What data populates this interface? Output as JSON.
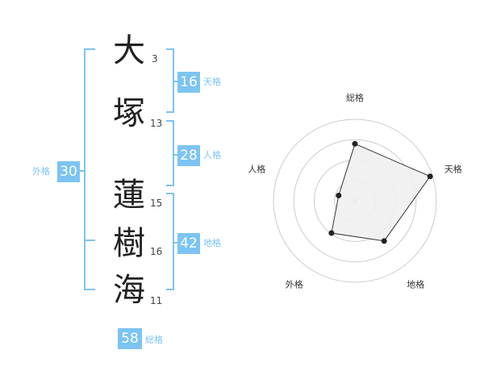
{
  "name": {
    "chars": [
      {
        "kanji": "大",
        "strokes": "3"
      },
      {
        "kanji": "塚",
        "strokes": "13"
      },
      {
        "kanji": "蓮",
        "strokes": "15"
      },
      {
        "kanji": "樹",
        "strokes": "16"
      },
      {
        "kanji": "海",
        "strokes": "11"
      }
    ]
  },
  "fortune": {
    "tenkaku": {
      "value": "16",
      "label": "天格"
    },
    "jinkaku": {
      "value": "28",
      "label": "人格"
    },
    "chikaku": {
      "value": "42",
      "label": "地格"
    },
    "gaikaku": {
      "value": "30",
      "label": "外格"
    },
    "soukaku": {
      "value": "58",
      "label": "総格"
    }
  },
  "colors": {
    "accent": "#7cc4f2",
    "polygon_fill": "#f0f0f0",
    "grid": "#cccccc"
  },
  "radar": {
    "axes": [
      "総格",
      "天格",
      "地格",
      "外格",
      "人格"
    ],
    "values": [
      0.7,
      0.97,
      0.61,
      0.49,
      0.21
    ],
    "rings": 4
  }
}
